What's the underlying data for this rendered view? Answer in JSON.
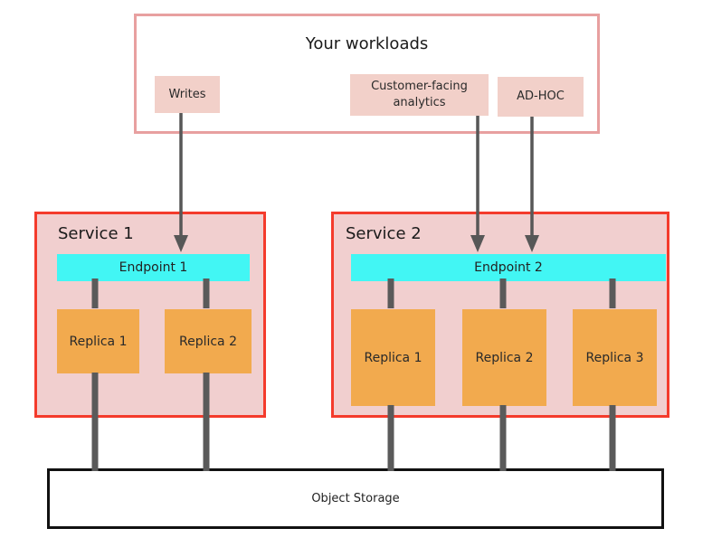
{
  "workloads": {
    "title": "Your workloads",
    "items": [
      {
        "label": "Writes"
      },
      {
        "label": "Customer-facing analytics"
      },
      {
        "label": "AD-HOC"
      }
    ]
  },
  "services": [
    {
      "title": "Service 1",
      "endpoint": "Endpoint 1",
      "replicas": [
        "Replica 1",
        "Replica 2"
      ]
    },
    {
      "title": "Service 2",
      "endpoint": "Endpoint 2",
      "replicas": [
        "Replica 1",
        "Replica 2",
        "Replica 3"
      ]
    }
  ],
  "storage": {
    "label": "Object Storage"
  },
  "colors": {
    "workloads_border": "#e8a0a0",
    "chip_fill": "#f2d0c9",
    "service_border": "#f43b2c",
    "service_fill": "#f1cfcf",
    "endpoint_fill": "#42f6f4",
    "replica_fill": "#f2aa4e",
    "connector_gray": "#5a5a5a",
    "arrow_gray": "#575757",
    "storage_border": "#111111"
  }
}
